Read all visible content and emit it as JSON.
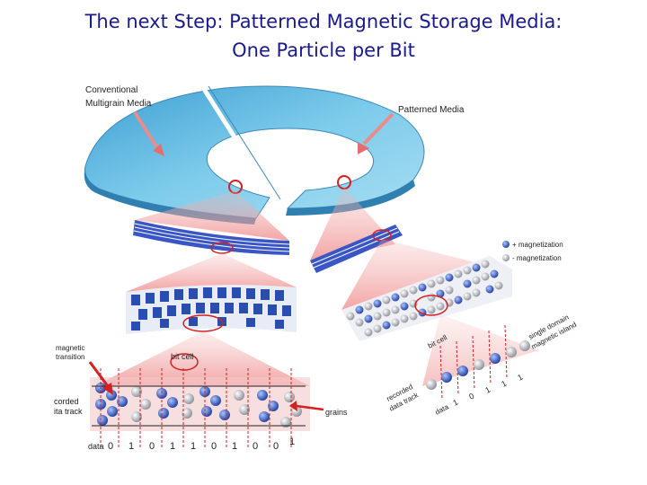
{
  "slide": {
    "title_line1": "The next Step: Patterned Magnetic Storage Media:",
    "title_line2": "One Particle per Bit"
  },
  "diagram": {
    "conventional_label_1": "Conventional",
    "conventional_label_2": "Multigrain Media",
    "patterned_label": "Patterned Media",
    "legend_plus": "+ magnetization",
    "legend_minus": "- magnetization",
    "magnetic_transition_1": "magnetic",
    "magnetic_transition_2": "transition",
    "bit_cell": "bit cell",
    "recorded_track_1": "corded",
    "recorded_track_2": "ita track",
    "grains": "grains",
    "data_label": "data",
    "data_bits": [
      "0",
      "1",
      "0",
      "1",
      "1",
      "0",
      "1",
      "0",
      "0",
      "1"
    ],
    "right_bit_cell": "bit cell",
    "single_domain_1": "single domain",
    "single_domain_2": "magnetic island",
    "recorded_data_1": "recorded",
    "recorded_data_2": "data track",
    "right_data_label": "data",
    "right_data_bits": [
      "1",
      "0",
      "1",
      "1",
      "1"
    ],
    "colors": {
      "title": "#1a1a8c",
      "disk": "#5fb8e0",
      "magnet_plus": "#2a4db0",
      "magnet_minus": "#b8bcc4",
      "highlight": "#d42020"
    }
  }
}
